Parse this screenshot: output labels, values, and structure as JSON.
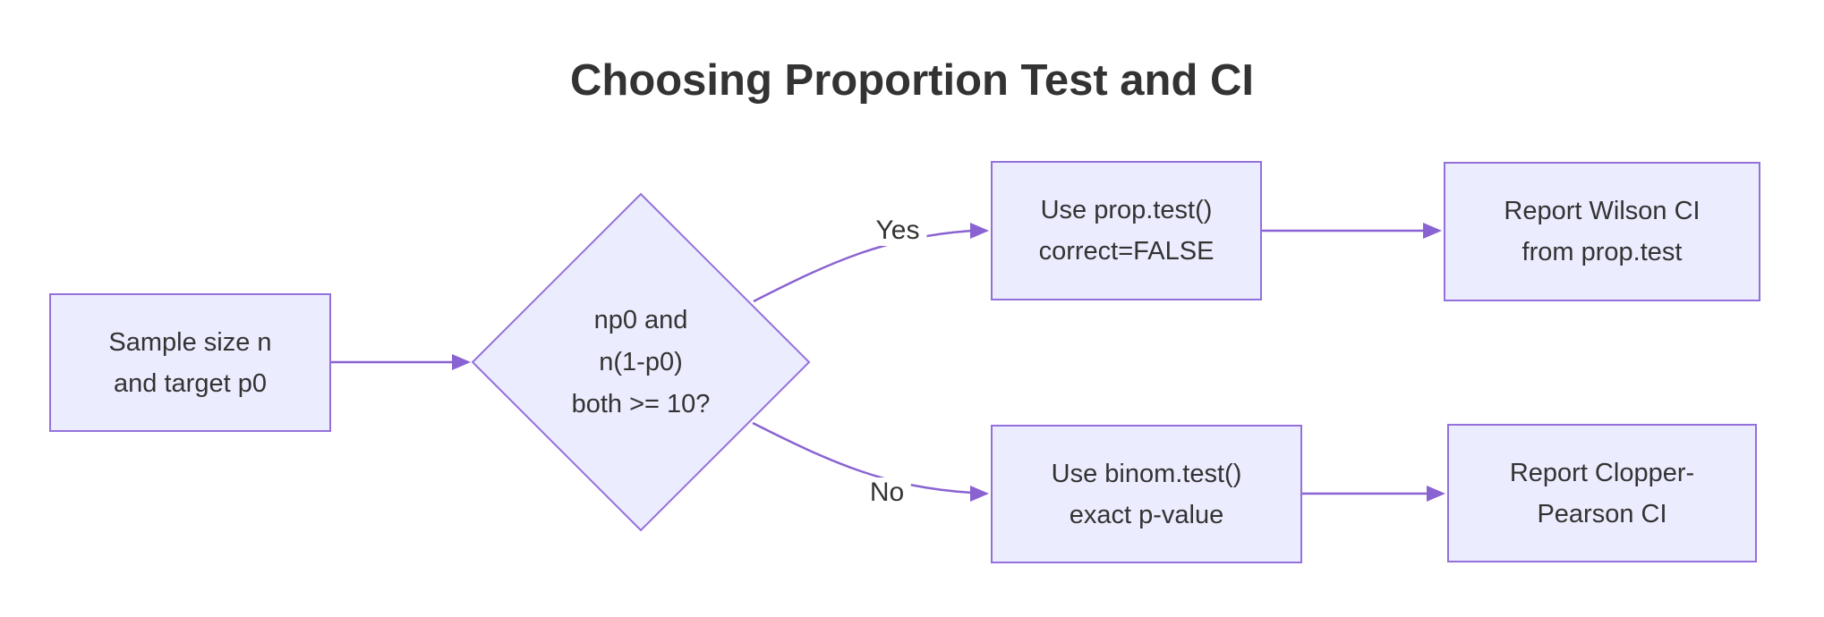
{
  "title": "Choosing Proportion Test and CI",
  "nodes": {
    "start": {
      "line1": "Sample size n",
      "line2": "and target p0"
    },
    "decision": {
      "line1": "np0 and",
      "line2": "n(1-p0)",
      "line3": "both >= 10?"
    },
    "yes_action": {
      "line1": "Use prop.test()",
      "line2": "correct=FALSE"
    },
    "yes_result": {
      "line1": "Report Wilson CI",
      "line2": "from prop.test"
    },
    "no_action": {
      "line1": "Use binom.test()",
      "line2": "exact p-value"
    },
    "no_result": {
      "line1": "Report Clopper-",
      "line2": "Pearson CI"
    }
  },
  "edge_labels": {
    "yes": "Yes",
    "no": "No"
  },
  "colors": {
    "background": "#FFFFFF",
    "node_fill": "#ECECFF",
    "node_border": "#9370DB",
    "edge_line": "#8A63D2",
    "text": "#333333"
  }
}
